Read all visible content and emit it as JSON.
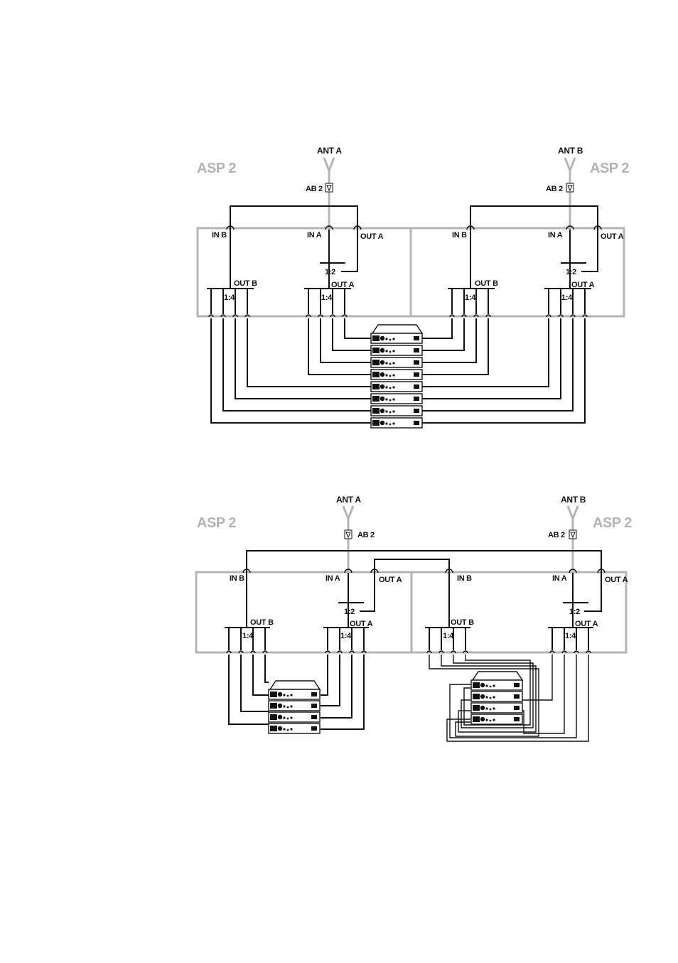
{
  "diagram_top": {
    "antenna_left": "ANT A",
    "antenna_right": "ANT B",
    "unit_label_left": "ASP 2",
    "unit_label_right": "ASP 2",
    "amp_label_left": "AB 2",
    "amp_label_right": "AB 2",
    "in_b": "IN B",
    "in_a": "IN A",
    "out_a": "OUT A",
    "out_b": "OUT B",
    "split_2": "1:2",
    "split_4": "1:4",
    "receiver_count": 8
  },
  "diagram_bottom": {
    "antenna_left": "ANT A",
    "antenna_right": "ANT B",
    "unit_label_left": "ASP 2",
    "unit_label_right": "ASP 2",
    "amp_label_left": "AB 2",
    "amp_label_right": "AB 2",
    "in_b": "IN B",
    "in_a": "IN A",
    "out_a": "OUT A",
    "out_b": "OUT B",
    "split_2": "1:2",
    "split_4": "1:4",
    "receiver_count_left": 4,
    "receiver_count_right": 4
  },
  "icons": {
    "antenna": "antenna-icon",
    "amplifier": "triangle-amplifier-icon",
    "receiver": "receiver-unit-icon"
  }
}
